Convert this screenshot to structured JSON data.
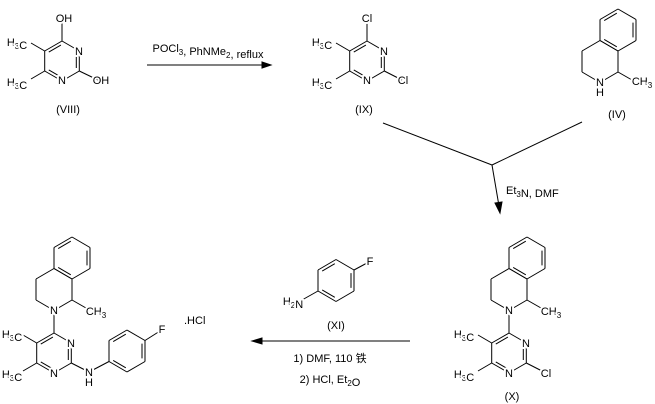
{
  "compounds": {
    "VIII": {
      "label": "(VIII)",
      "atoms": {
        "oh_top": "OH",
        "n3": "N",
        "n1": "N",
        "oh_c2": "OH",
        "me5": "H3C",
        "me6": "H3C"
      }
    },
    "IX": {
      "label": "(IX)",
      "atoms": {
        "cl_top": "Cl",
        "n3": "N",
        "n1": "N",
        "cl_c2": "Cl",
        "me5": "H3C",
        "me6": "H3C"
      }
    },
    "IV": {
      "label": "(IV)",
      "atoms": {
        "n": "N",
        "h": "H",
        "me": "CH3"
      }
    },
    "X": {
      "label": "(X)",
      "atoms": {
        "n": "N",
        "me": "CH3",
        "n3": "N",
        "n1": "N",
        "cl": "Cl",
        "me5": "H3C",
        "me6": "H3C"
      }
    },
    "XI": {
      "label": "(XI)",
      "atoms": {
        "nh2": "H2N",
        "f": "F"
      }
    },
    "product": {
      "atoms": {
        "n": "N",
        "me": "CH3",
        "n3": "N",
        "n1": "N",
        "nh": "N",
        "h": "H",
        "f": "F",
        "me5": "H3C",
        "me6": "H3C"
      },
      "salt": ".HCl"
    }
  },
  "reactions": {
    "step1": {
      "conditions": "POCl3, PhNMe2, reflux"
    },
    "step2": {
      "conditions": "Et3N, DMF"
    },
    "step3": {
      "conditions_1": "1) DMF, 110 铁",
      "conditions_2": "2) HCl, Et2O"
    }
  }
}
